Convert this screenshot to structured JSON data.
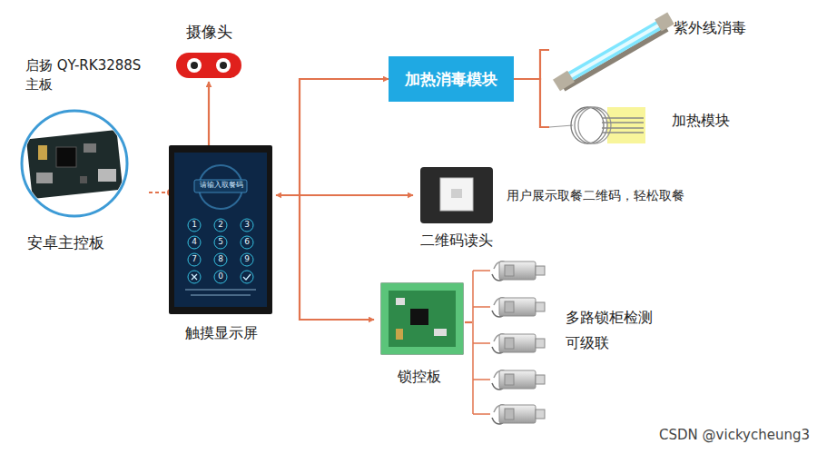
{
  "diagram": {
    "nodes": [
      {
        "text": [
          "启扬 QY-RK3288S主板",
          "安卓主控板"
        ]
      },
      {
        "text": [
          "摄像头"
        ]
      },
      {
        "text": [
          "触摸显示屏"
        ]
      },
      {
        "text": [
          "加热消毒模块"
        ]
      },
      {
        "text": [
          "紫外线消毒"
        ]
      },
      {
        "text": [
          "加热模块"
        ]
      },
      {
        "text": [
          "二维码读头",
          "用户展示取餐二维码，轻松取餐"
        ]
      },
      {
        "text": [
          "锁控板"
        ]
      },
      {
        "text": [
          "多路锁柜检测 可级联"
        ]
      }
    ],
    "edges": [
      {
        "from": 0,
        "to": 2,
        "arrow": "none"
      },
      {
        "from": 2,
        "to": 1,
        "arrow": "to"
      },
      {
        "from": 2,
        "to": 3,
        "arrow": "to"
      },
      {
        "from": 2,
        "to": 6,
        "arrow": "both"
      },
      {
        "from": 2,
        "to": 7,
        "arrow": "to"
      },
      {
        "from": 3,
        "to": 4,
        "arrow": "none"
      },
      {
        "from": 3,
        "to": 5,
        "arrow": "none"
      },
      {
        "from": 7,
        "to": 8,
        "arrow": "none"
      }
    ],
    "labels": [
      "请输入取餐码",
      "1",
      "2",
      "3",
      "4",
      "5",
      "6",
      "7",
      "8",
      "9",
      "0",
      "CSDN @vickycheung3"
    ]
  }
}
